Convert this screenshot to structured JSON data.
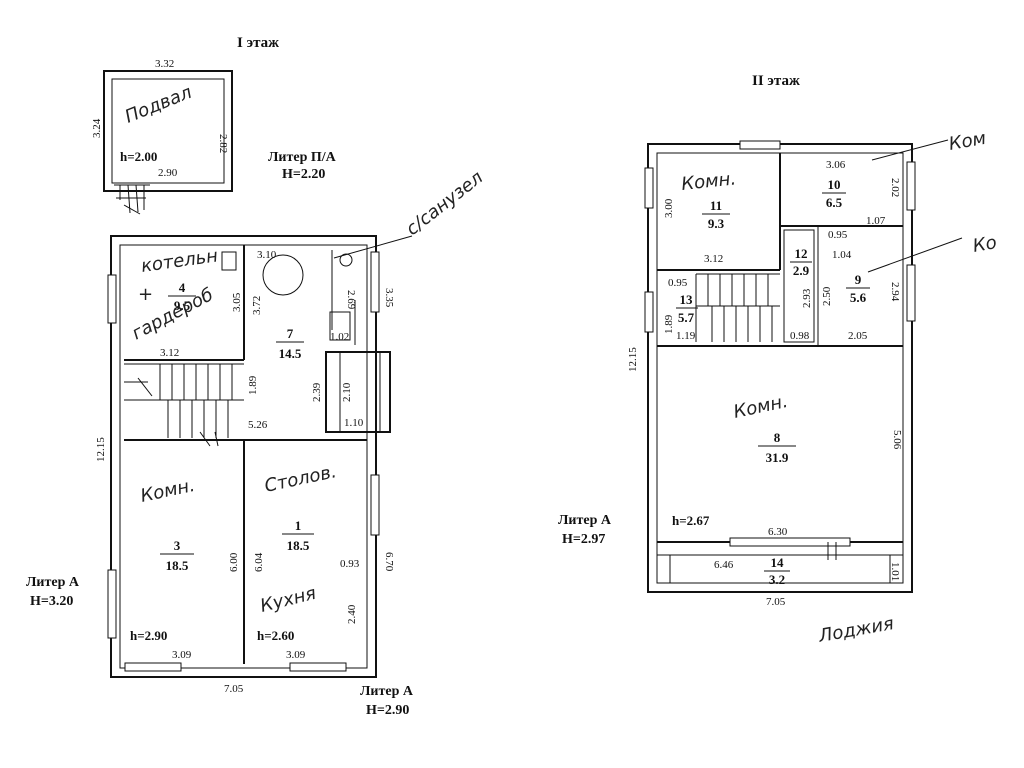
{
  "floors": {
    "first_title": "I этаж",
    "second_title": "II этаж"
  },
  "basement": {
    "dims": {
      "top": "3.32",
      "left": "3.24",
      "right": "2.82",
      "bottom": "2.90"
    },
    "height": "h=2.00",
    "handwriting": "Подвал",
    "litera": {
      "name": "Литер П/А",
      "height": "H=2.20"
    }
  },
  "first_floor": {
    "dims": {
      "outer_left": "12.15",
      "outer_bottom": "7.05",
      "r4_left": "3.05",
      "r4_bottom": "3.12",
      "r7_top": "3.10",
      "r7_a": "3.72",
      "r7_b": "2.69",
      "r7_c": "1.02",
      "r7_right": "3.35",
      "r7_d": "1.89",
      "r7_e": "2.39",
      "r7_f": "2.10",
      "r7_g": "1.10",
      "r7_bottom": "5.26",
      "r3_right": "6.00",
      "r3_bottom": "3.09",
      "r1_left": "6.04",
      "r1_a": "0.93",
      "r1_b": "2.40",
      "r1_bottom": "3.09",
      "outer_right": "6.70"
    },
    "rooms": [
      {
        "id": "r4",
        "number": "4",
        "area": "9.5"
      },
      {
        "id": "r7",
        "number": "7",
        "area": "14.5"
      },
      {
        "id": "r3",
        "number": "3",
        "area": "18.5"
      },
      {
        "id": "r1",
        "number": "1",
        "area": "18.5"
      }
    ],
    "heights": {
      "r3": "h=2.90",
      "r1": "h=2.60"
    },
    "handwriting": {
      "r4a": "котельн",
      "r4b": "+",
      "r4c": "гардероб",
      "r3": "Комн.",
      "r1a": "Столов.",
      "r1b": "Кухня",
      "callout": "с/санузел"
    },
    "litera_left": {
      "name": "Литер А",
      "height": "H=3.20"
    },
    "litera_bottom": {
      "name": "Литер А",
      "height": "H=2.90"
    }
  },
  "second_floor": {
    "dims": {
      "outer_left": "12.15",
      "outer_bottom": "7.05",
      "r11_left": "3.00",
      "r11_bottom": "3.12",
      "r10_top": "3.06",
      "r10_right": "2.02",
      "r10_a": "1.07",
      "r12_a": "0.95",
      "r12_b": "1.04",
      "r13_top": "0.95",
      "r13_left": "1.89",
      "r13_bottom": "1.19",
      "r12_c": "2.93",
      "r9_left": "2.50",
      "r9_a": "0.98",
      "r9_bottom": "2.05",
      "r9_right": "2.94",
      "r8_right": "5.06",
      "r8_bottom": "6.30",
      "r14_a": "6.46",
      "r14_right": "1.01"
    },
    "rooms": [
      {
        "id": "r11",
        "number": "11",
        "area": "9.3"
      },
      {
        "id": "r10",
        "number": "10",
        "area": "6.5"
      },
      {
        "id": "r12",
        "number": "12",
        "area": "2.9"
      },
      {
        "id": "r9",
        "number": "9",
        "area": "5.6"
      },
      {
        "id": "r13",
        "number": "13",
        "area": "5.7"
      },
      {
        "id": "r8",
        "number": "8",
        "area": "31.9"
      },
      {
        "id": "r14",
        "number": "14",
        "area": "3.2"
      }
    ],
    "heights": {
      "r8": "h=2.67"
    },
    "handwriting": {
      "r11": "Комн.",
      "r8": "Комн.",
      "callout_top": "Ком",
      "callout_mid": "Ко",
      "callout_bottom": "Лоджия"
    },
    "litera": {
      "name": "Литер А",
      "height": "H=2.97"
    }
  }
}
